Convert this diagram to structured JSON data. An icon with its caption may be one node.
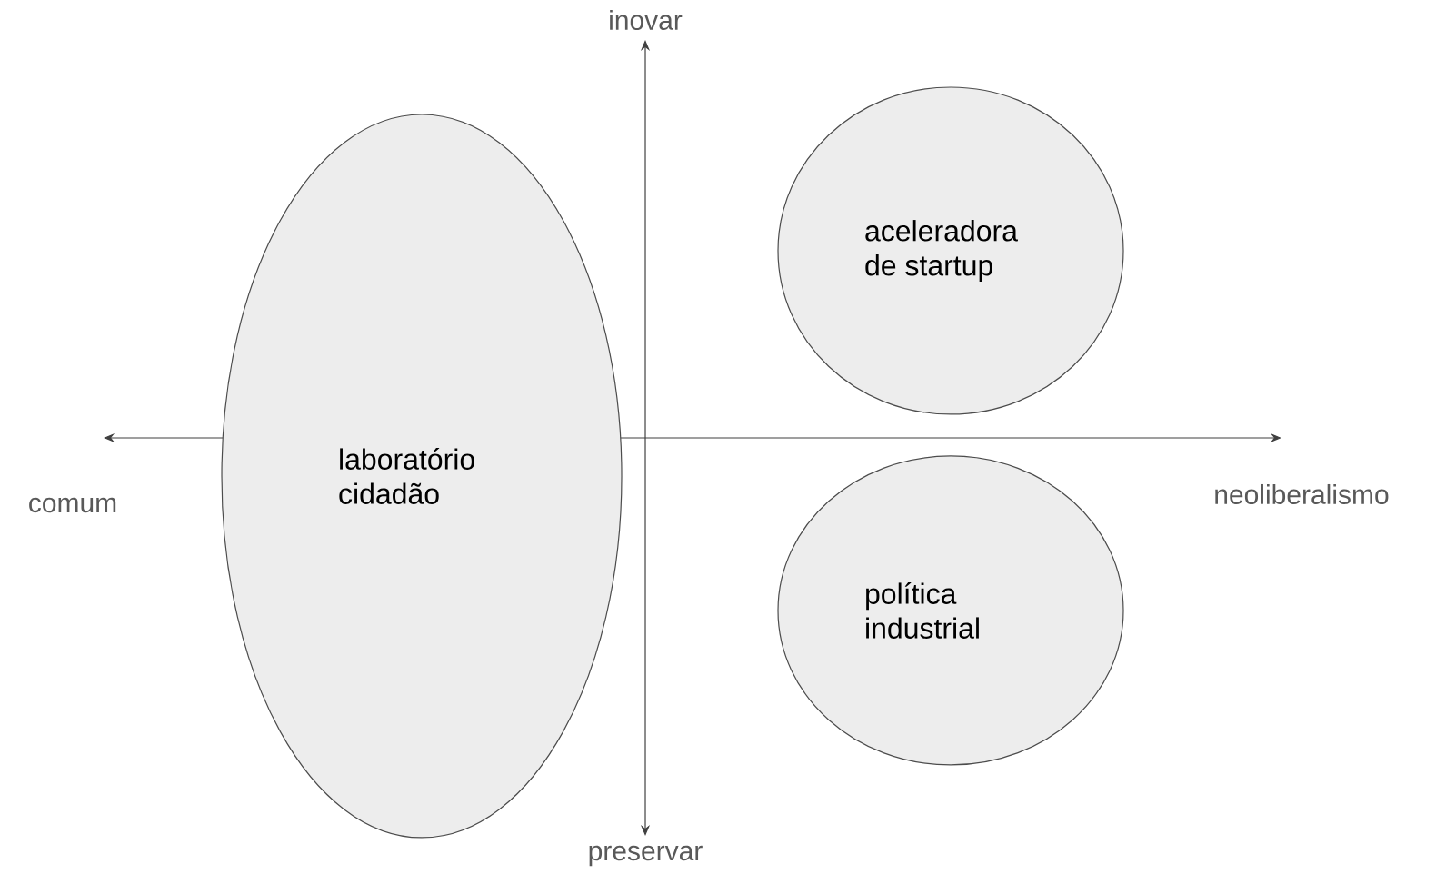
{
  "diagram": {
    "nodes": [
      {
        "text": [
          "laboratório cidadão"
        ]
      },
      {
        "text": [
          "aceleradora de startup"
        ]
      },
      {
        "text": [
          "política industrial"
        ]
      }
    ],
    "labels": [
      "inovar",
      "comum",
      "neoliberalismo",
      "preservar"
    ]
  }
}
